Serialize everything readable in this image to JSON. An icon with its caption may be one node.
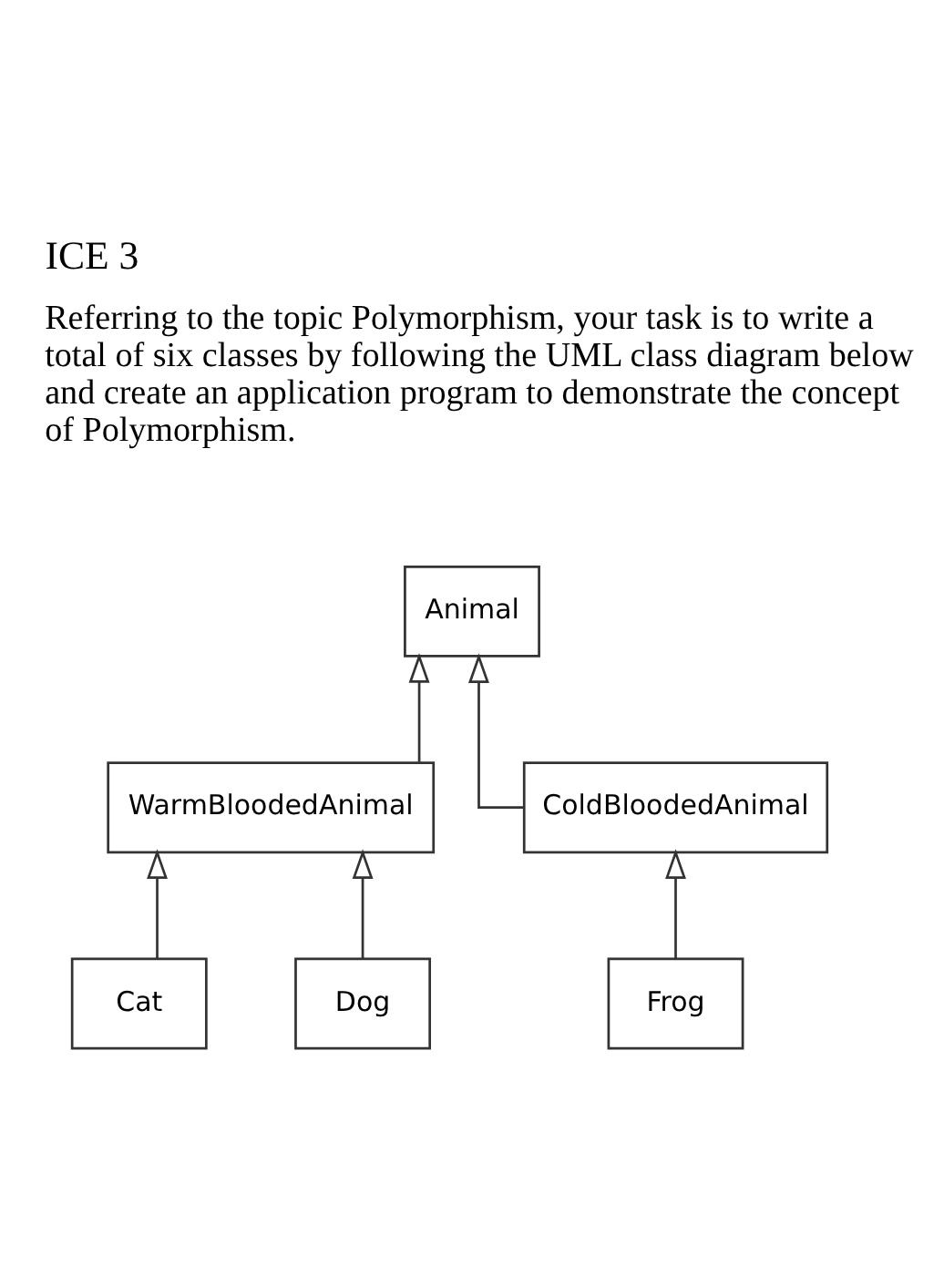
{
  "diagram": {
    "title": "ICE 3",
    "nodes": [
      {
        "text": [
          "Animal"
        ]
      },
      {
        "text": [
          "WarmBloodedAnimal"
        ]
      },
      {
        "text": [
          "ColdBloodedAnimal"
        ]
      },
      {
        "text": [
          "Cat"
        ]
      },
      {
        "text": [
          "Dog"
        ]
      },
      {
        "text": [
          "Frog"
        ]
      }
    ],
    "edges": [
      {
        "from": 1,
        "to": 0,
        "arrow": "to"
      },
      {
        "from": 2,
        "to": 0,
        "arrow": "to"
      },
      {
        "from": 3,
        "to": 1,
        "arrow": "to"
      },
      {
        "from": 4,
        "to": 1,
        "arrow": "to"
      },
      {
        "from": 5,
        "to": 2,
        "arrow": "to"
      }
    ],
    "labels": [
      "Referring to the topic Polymorphism, your task is to write a total of six classes by following the UML class diagram below and create an application program to demonstrate the concept of Polymorphism."
    ]
  }
}
